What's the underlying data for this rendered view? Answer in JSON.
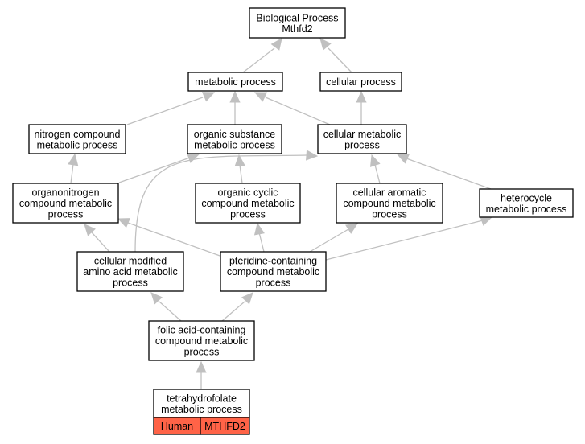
{
  "graph": {
    "nodes": [
      {
        "id": "bp",
        "lines": [
          "Biological Process",
          "Mthfd2"
        ]
      },
      {
        "id": "metabolic",
        "lines": [
          "metabolic process"
        ]
      },
      {
        "id": "cellular",
        "lines": [
          "cellular process"
        ]
      },
      {
        "id": "nitrogen",
        "lines": [
          "nitrogen compound",
          "metabolic process"
        ]
      },
      {
        "id": "organic_substance",
        "lines": [
          "organic substance",
          "metabolic process"
        ]
      },
      {
        "id": "cellular_metabolic",
        "lines": [
          "cellular metabolic",
          "process"
        ]
      },
      {
        "id": "organonitrogen",
        "lines": [
          "organonitrogen",
          "compound metabolic",
          "process"
        ]
      },
      {
        "id": "organic_cyclic",
        "lines": [
          "organic cyclic",
          "compound metabolic",
          "process"
        ]
      },
      {
        "id": "cellular_aromatic",
        "lines": [
          "cellular aromatic",
          "compound metabolic",
          "process"
        ]
      },
      {
        "id": "heterocycle",
        "lines": [
          "heterocycle",
          "metabolic process"
        ]
      },
      {
        "id": "cell_mod_aa",
        "lines": [
          "cellular modified",
          "amino acid metabolic",
          "process"
        ]
      },
      {
        "id": "pteridine",
        "lines": [
          "pteridine-containing",
          "compound metabolic",
          "process"
        ]
      },
      {
        "id": "folic",
        "lines": [
          "folic acid-containing",
          "compound metabolic",
          "process"
        ]
      },
      {
        "id": "thf",
        "lines": [
          "tetrahydrofolate",
          "metabolic process"
        ]
      }
    ],
    "edges": [
      {
        "from": "metabolic",
        "to": "bp"
      },
      {
        "from": "cellular",
        "to": "bp"
      },
      {
        "from": "nitrogen",
        "to": "metabolic"
      },
      {
        "from": "organic_substance",
        "to": "metabolic"
      },
      {
        "from": "cellular_metabolic",
        "to": "metabolic"
      },
      {
        "from": "cellular_metabolic",
        "to": "cellular"
      },
      {
        "from": "organonitrogen",
        "to": "nitrogen"
      },
      {
        "from": "organonitrogen",
        "to": "organic_substance"
      },
      {
        "from": "organic_cyclic",
        "to": "organic_substance"
      },
      {
        "from": "cellular_aromatic",
        "to": "cellular_metabolic"
      },
      {
        "from": "heterocycle",
        "to": "cellular_metabolic"
      },
      {
        "from": "cell_mod_aa",
        "to": "organonitrogen"
      },
      {
        "from": "cell_mod_aa",
        "to": "cellular_metabolic"
      },
      {
        "from": "pteridine",
        "to": "organonitrogen"
      },
      {
        "from": "pteridine",
        "to": "organic_cyclic"
      },
      {
        "from": "pteridine",
        "to": "cellular_aromatic"
      },
      {
        "from": "pteridine",
        "to": "heterocycle"
      },
      {
        "from": "folic",
        "to": "cell_mod_aa"
      },
      {
        "from": "folic",
        "to": "pteridine"
      },
      {
        "from": "thf",
        "to": "folic"
      }
    ],
    "annotation": {
      "node": "thf",
      "species": "Human",
      "gene": "MTHFD2",
      "color": "#ff6347"
    },
    "colors": {
      "edge": "#c0c0c0",
      "border": "#000000",
      "fill": "#ffffff"
    }
  }
}
